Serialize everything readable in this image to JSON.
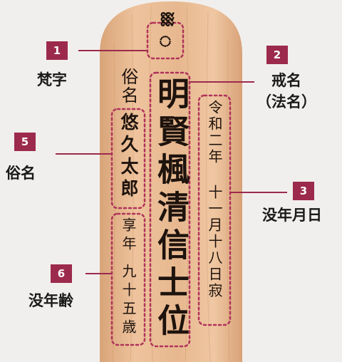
{
  "sanskrit_glyph": "ᢆ",
  "tablet": {
    "sokumyo_label": "俗名",
    "sokumyo": "悠久太郎",
    "kaimyo": "明賢楓清信士位",
    "death_date": "令和二年 十一月十八日寂",
    "age_label": "享年",
    "age": "九十五歳"
  },
  "callouts": [
    {
      "num": "1",
      "label": "梵字"
    },
    {
      "num": "2",
      "label": "戒名\n（法名）"
    },
    {
      "num": "3",
      "label": "没年月日"
    },
    {
      "num": "5",
      "label": "俗名"
    },
    {
      "num": "6",
      "label": "没年齢"
    }
  ],
  "colors": {
    "accent": "#9c2a4d",
    "wood": "#e6b98f",
    "background": "#f1efed"
  }
}
